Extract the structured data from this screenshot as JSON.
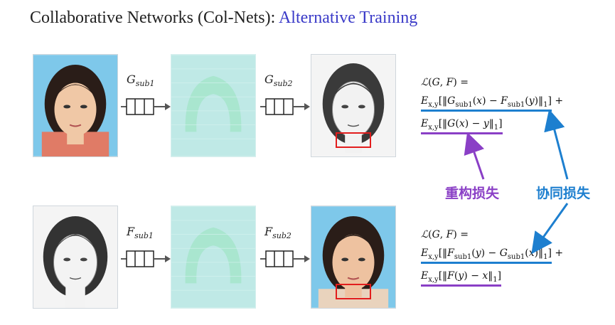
{
  "title": {
    "main": "Collaborative Networks (Col-Nets): ",
    "accent": "Alternative Training"
  },
  "row1": {
    "net1_label": "G",
    "net1_sub": "sub1",
    "net2_label": "G",
    "net2_sub": "sub2"
  },
  "row2": {
    "net1_label": "F",
    "net1_sub": "sub1",
    "net2_label": "F",
    "net2_sub": "sub2"
  },
  "eq1": {
    "line1": "ℒ(G, F) =",
    "line2": "E_{x,y}[‖G_{sub1}(x) − F_{sub1}(y)‖_1] +",
    "line3": "E_{x,y}[‖G(x) − y‖_1]"
  },
  "eq2": {
    "line1": "ℒ(G, F) =",
    "line2": "E_{x,y}[‖F_{sub1}(y) − G_{sub1}(x)‖_1] +",
    "line3": "E_{x,y}[‖F(y) − x‖_1]"
  },
  "labels": {
    "reconstruction_loss": "重构损失",
    "collaborative_loss": "协同损失"
  },
  "colors": {
    "accent": "#3a3ac8",
    "blue": "#1d7fcf",
    "purple": "#8a3fc6",
    "red_box": "#e21d1d",
    "photo_bg": "#7ec8ea",
    "feature_map": "#bfe9e6"
  }
}
